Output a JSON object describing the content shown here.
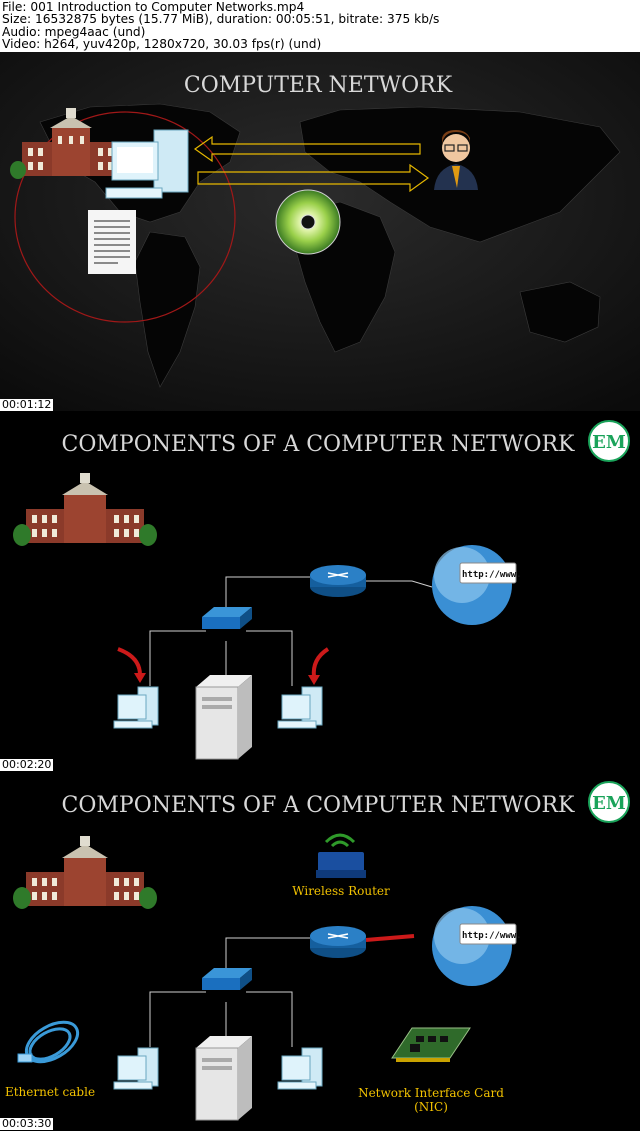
{
  "header": {
    "line1": "File: 001 Introduction to Computer Networks.mp4",
    "line2": "Size: 16532875 bytes (15.77 MiB), duration: 00:05:51, bitrate: 375 kb/s",
    "line3": "Audio: mpeg4aac (und)",
    "line4": "Video: h264, yuv420p, 1280x720, 30.03 fps(r) (und)"
  },
  "frames": [
    {
      "title": "COMPUTER NETWORK",
      "timestamp": "00:01:12"
    },
    {
      "title": "COMPONENTS OF A COMPUTER NETWORK",
      "logo": "EM",
      "globe_label": "http://www.",
      "timestamp": "00:02:20"
    },
    {
      "title": "COMPONENTS OF A COMPUTER NETWORK",
      "logo": "EM",
      "globe_label": "http://www.",
      "wireless_router_label": "Wireless Router",
      "ethernet_label": "Ethernet cable",
      "nic_label_line1": "Network Interface Card",
      "nic_label_line2": "(NIC)",
      "timestamp": "00:03:30"
    }
  ],
  "colors": {
    "caption_yellow": "#f2c200",
    "logo_green": "#1aa35a",
    "title_gray": "#d8d8d8",
    "switch_blue": "#1a6fbf",
    "alert_red": "#cc1a1a"
  }
}
